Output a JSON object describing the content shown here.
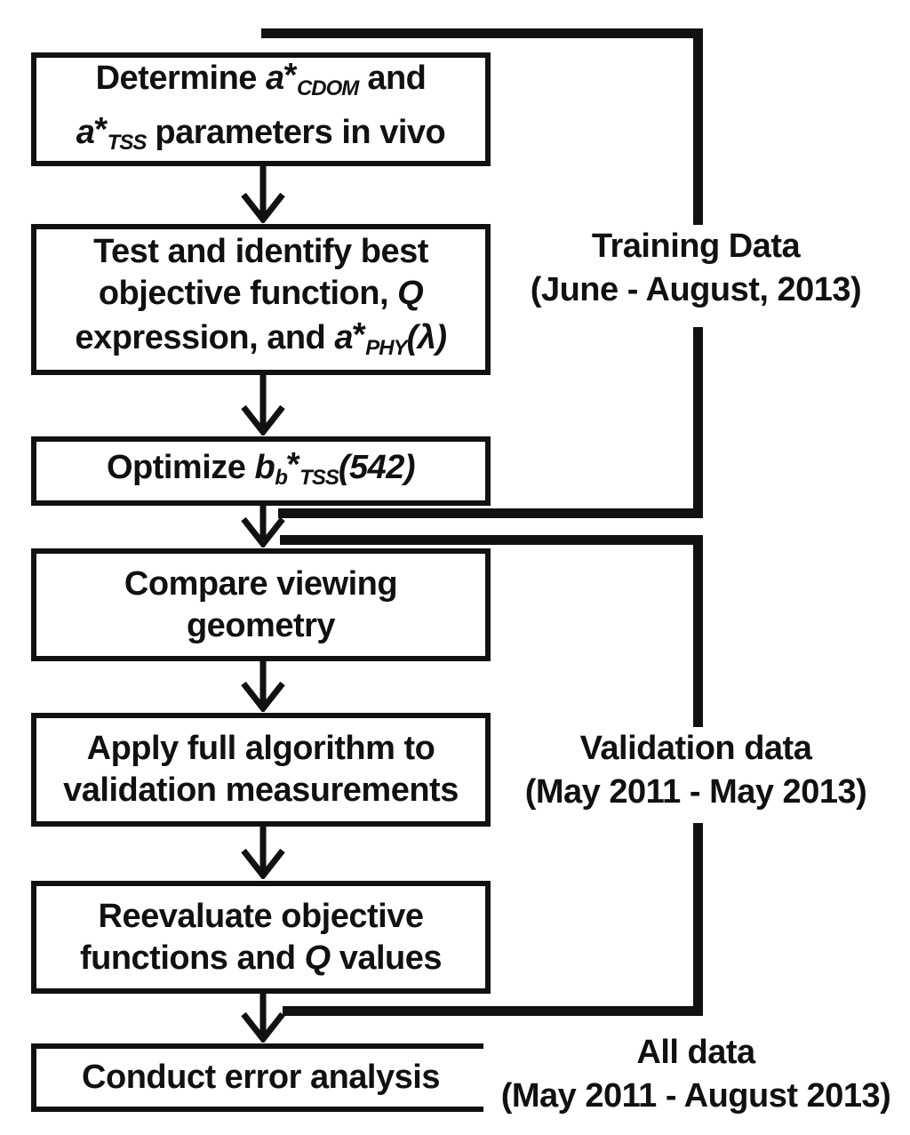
{
  "figure": {
    "type": "flowchart",
    "colors": {
      "ink": "#111111",
      "background": "#ffffff"
    }
  },
  "boxes": [
    {
      "id": "determine-params",
      "lines": [
        [
          {
            "t": "Determine ",
            "s": ""
          },
          {
            "t": "a",
            "s": "it"
          },
          {
            "t": "*",
            "s": "ast"
          },
          {
            "t": "CDOM",
            "s": "sub"
          },
          {
            "t": " and",
            "s": ""
          }
        ],
        [
          {
            "t": "a",
            "s": "it"
          },
          {
            "t": "*",
            "s": "ast"
          },
          {
            "t": "TSS",
            "s": "sub"
          },
          {
            "t": " parameters in vivo",
            "s": ""
          }
        ]
      ]
    },
    {
      "id": "test-objective-function",
      "lines": [
        [
          {
            "t": "Test and identify best",
            "s": ""
          }
        ],
        [
          {
            "t": "objective function, ",
            "s": ""
          },
          {
            "t": "Q",
            "s": "it"
          }
        ],
        [
          {
            "t": "expression, and ",
            "s": ""
          },
          {
            "t": "a",
            "s": "it"
          },
          {
            "t": "*",
            "s": "ast"
          },
          {
            "t": "PHY",
            "s": "sub"
          },
          {
            "t": "(λ)",
            "s": "it"
          }
        ]
      ]
    },
    {
      "id": "optimize-bb-tss",
      "lines": [
        [
          {
            "t": "Optimize ",
            "s": ""
          },
          {
            "t": "b",
            "s": "it"
          },
          {
            "t": "b",
            "s": "sub"
          },
          {
            "t": "*",
            "s": "ast"
          },
          {
            "t": "TSS",
            "s": "sub"
          },
          {
            "t": "(542)",
            "s": "it"
          }
        ]
      ]
    },
    {
      "id": "compare-viewing-geometry",
      "lines": [
        [
          {
            "t": "Compare viewing",
            "s": ""
          }
        ],
        [
          {
            "t": "geometry",
            "s": ""
          }
        ]
      ]
    },
    {
      "id": "apply-full-algorithm",
      "lines": [
        [
          {
            "t": "Apply full algorithm to",
            "s": ""
          }
        ],
        [
          {
            "t": "validation measurements",
            "s": ""
          }
        ]
      ]
    },
    {
      "id": "reevaluate-objective",
      "lines": [
        [
          {
            "t": "Reevaluate objective",
            "s": ""
          }
        ],
        [
          {
            "t": "functions and ",
            "s": ""
          },
          {
            "t": "Q",
            "s": "it"
          },
          {
            "t": " values",
            "s": ""
          }
        ]
      ]
    },
    {
      "id": "conduct-error-analysis",
      "lines": [
        [
          {
            "t": "Conduct error analysis",
            "s": ""
          }
        ]
      ]
    }
  ],
  "side_labels": {
    "training": {
      "line1": "Training Data",
      "line2": "(June - August, 2013)"
    },
    "validation": {
      "line1": "Validation data",
      "line2": "(May 2011 - May 2013)"
    },
    "all_data": {
      "line1": "All data",
      "line2": "(May 2011 - August 2013)"
    }
  }
}
